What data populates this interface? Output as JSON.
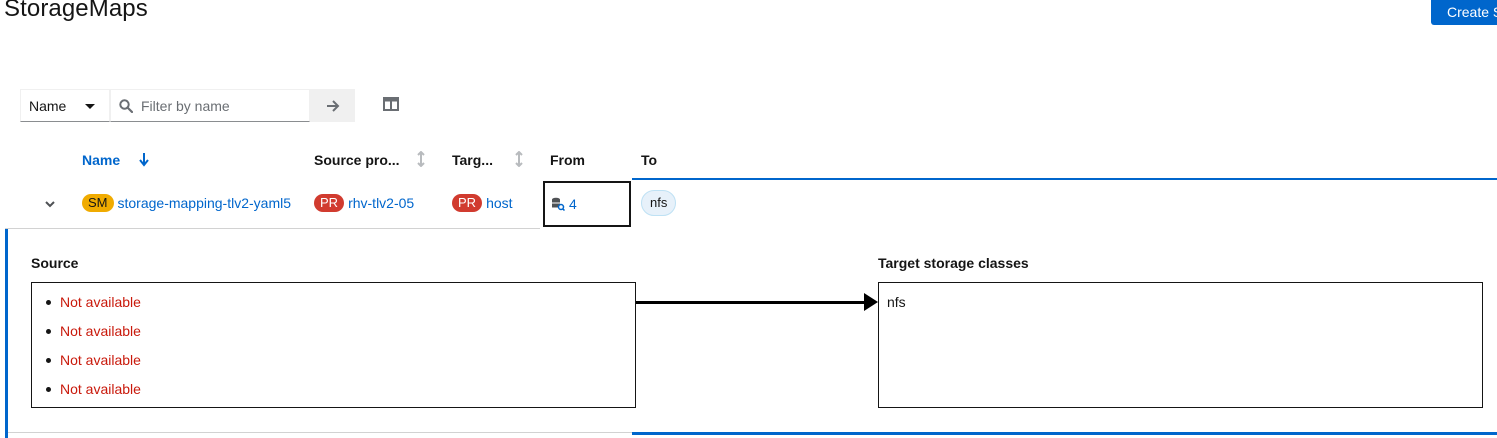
{
  "header": {
    "title": "StorageMaps",
    "create_button": "Create S"
  },
  "toolbar": {
    "filter_attribute": "Name",
    "filter_placeholder": "Filter by name"
  },
  "table": {
    "columns": [
      "Name",
      "Source pro...",
      "Targ...",
      "From",
      "To"
    ],
    "sorted_column": "Name",
    "rows": [
      {
        "name_badge": "SM",
        "name": "storage-mapping-tlv2-yaml5",
        "source_badge": "PR",
        "source": "rhv-tlv2-05",
        "target_badge": "PR",
        "target": "host",
        "from": "4",
        "to": "nfs",
        "expanded": true
      }
    ]
  },
  "expanded": {
    "source_label": "Source",
    "target_label": "Target storage classes",
    "source_items": [
      "Not available",
      "Not available",
      "Not available",
      "Not available"
    ],
    "target_items": [
      "nfs"
    ]
  },
  "colors": {
    "accent": "#0066cc",
    "danger": "#c9190b",
    "sm_badge": "#f0ab00"
  },
  "icons": [
    "caret-down-icon",
    "search-icon",
    "arrow-right-icon",
    "columns-icon",
    "sort-down-icon",
    "sort-icon",
    "chevron-down-icon",
    "storage-search-icon"
  ]
}
